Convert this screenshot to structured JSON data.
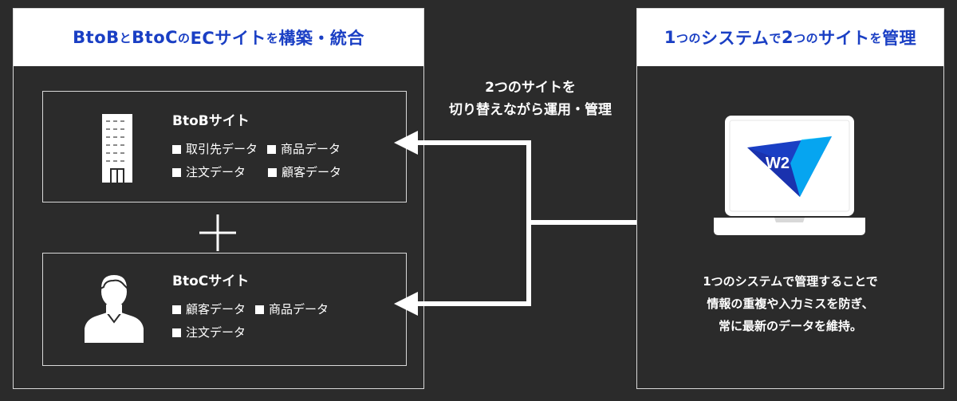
{
  "left_panel": {
    "title_parts": [
      {
        "text": "BtoB",
        "size": "big"
      },
      {
        "text": "と",
        "size": "small"
      },
      {
        "text": "BtoC",
        "size": "big"
      },
      {
        "text": "の",
        "size": "small"
      },
      {
        "text": "ECサイト",
        "size": "big"
      },
      {
        "text": "を",
        "size": "small"
      },
      {
        "text": "構築・統合",
        "size": "big"
      }
    ]
  },
  "b2b": {
    "title": "BtoBサイト",
    "items": [
      "取引先データ",
      "商品データ",
      "注文データ",
      "顧客データ"
    ]
  },
  "b2c": {
    "title": "BtoCサイト",
    "items": [
      "顧客データ",
      "商品データ",
      "注文データ"
    ]
  },
  "center_label": {
    "line1": "2つのサイトを",
    "line2": "切り替えながら運用・管理"
  },
  "right_panel": {
    "title_parts": [
      {
        "text": "1",
        "size": "big"
      },
      {
        "text": "つの",
        "size": "small"
      },
      {
        "text": "システム",
        "size": "big"
      },
      {
        "text": "で",
        "size": "small"
      },
      {
        "text": "2",
        "size": "big"
      },
      {
        "text": "つの",
        "size": "small"
      },
      {
        "text": "サイト",
        "size": "big"
      },
      {
        "text": "を",
        "size": "small"
      },
      {
        "text": "管理",
        "size": "big"
      }
    ],
    "logo_text": "W2",
    "description": [
      "1つのシステムで管理することで",
      "情報の重複や入力ミスを防ぎ、",
      "常に最新のデータを維持。"
    ]
  },
  "colors": {
    "background": "#2b2b2b",
    "accent": "#1a3fc4",
    "line": "#ffffff"
  }
}
